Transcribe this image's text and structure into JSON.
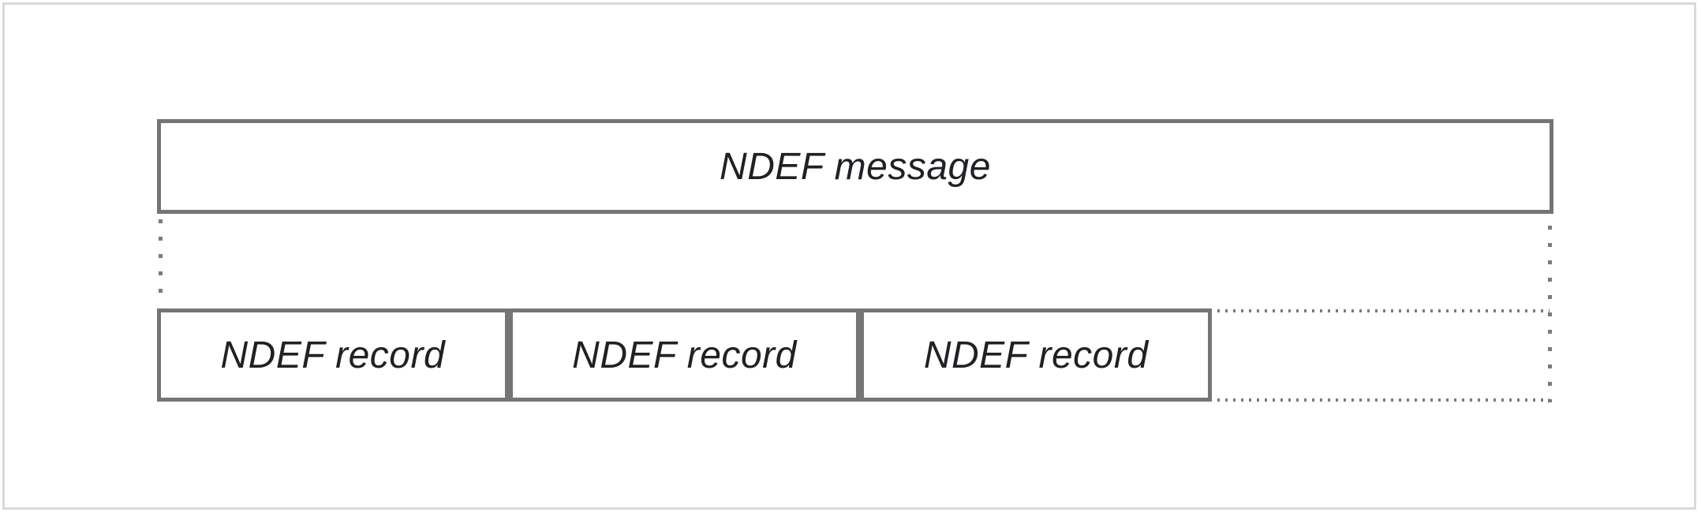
{
  "diagram": {
    "message_box": {
      "label": "NDEF message"
    },
    "record_boxes": [
      {
        "label": "NDEF record"
      },
      {
        "label": "NDEF record"
      },
      {
        "label": "NDEF record"
      }
    ],
    "colors": {
      "box_border": "#757575",
      "dotted_line": "#7b7b7b",
      "text": "#202124",
      "frame_border": "#d9d9d9",
      "background": "#ffffff"
    }
  }
}
